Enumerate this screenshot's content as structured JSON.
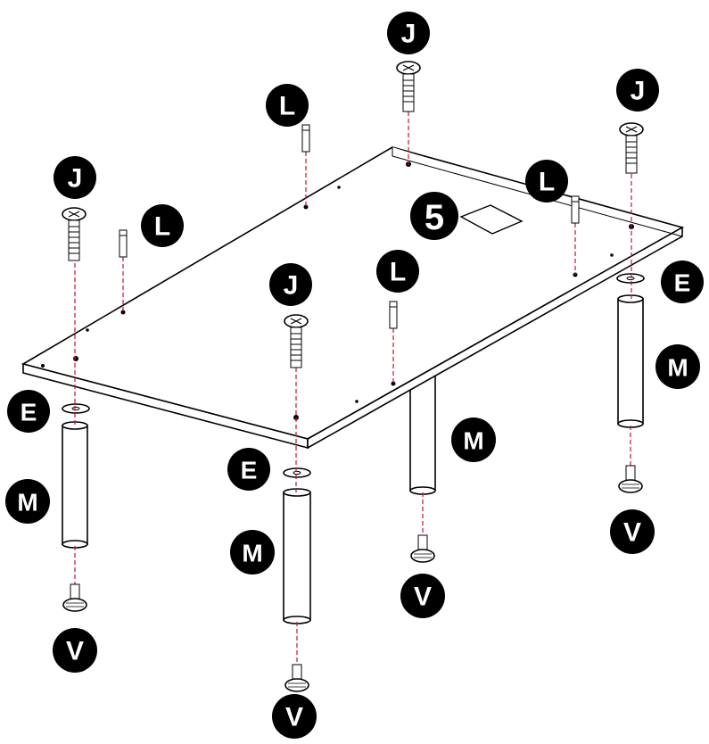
{
  "step": "5",
  "labels": {
    "J": "J",
    "L": "L",
    "E": "E",
    "M": "M",
    "V": "V"
  },
  "colors": {
    "label_fill": "#000000",
    "label_text": "#ffffff",
    "guide_line": "#c8102e",
    "outline": "#000000"
  }
}
